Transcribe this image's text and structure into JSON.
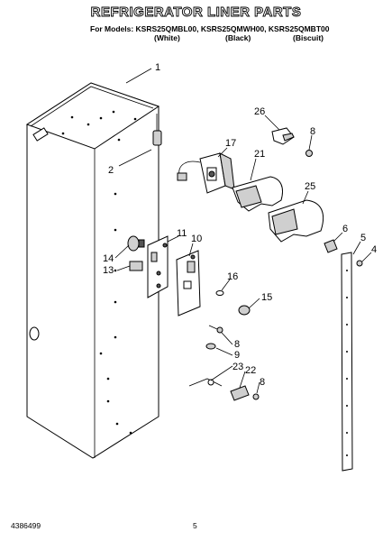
{
  "header": {
    "title": "REFRIGERATOR LINER PARTS",
    "models_prefix": "For Models:",
    "models": "KSRS25QMBL00, KSRS25QMWH00, KSRS25QMBT00",
    "variants": [
      "(White)",
      "(Black)",
      "(Biscuit)"
    ]
  },
  "callouts": [
    "1",
    "2",
    "26",
    "8",
    "17",
    "21",
    "25",
    "11",
    "10",
    "14",
    "13",
    "16",
    "15",
    "6",
    "5",
    "4",
    "8",
    "9",
    "23",
    "22",
    "8"
  ],
  "footer": {
    "doc_number": "4386499",
    "page_number": "5"
  }
}
